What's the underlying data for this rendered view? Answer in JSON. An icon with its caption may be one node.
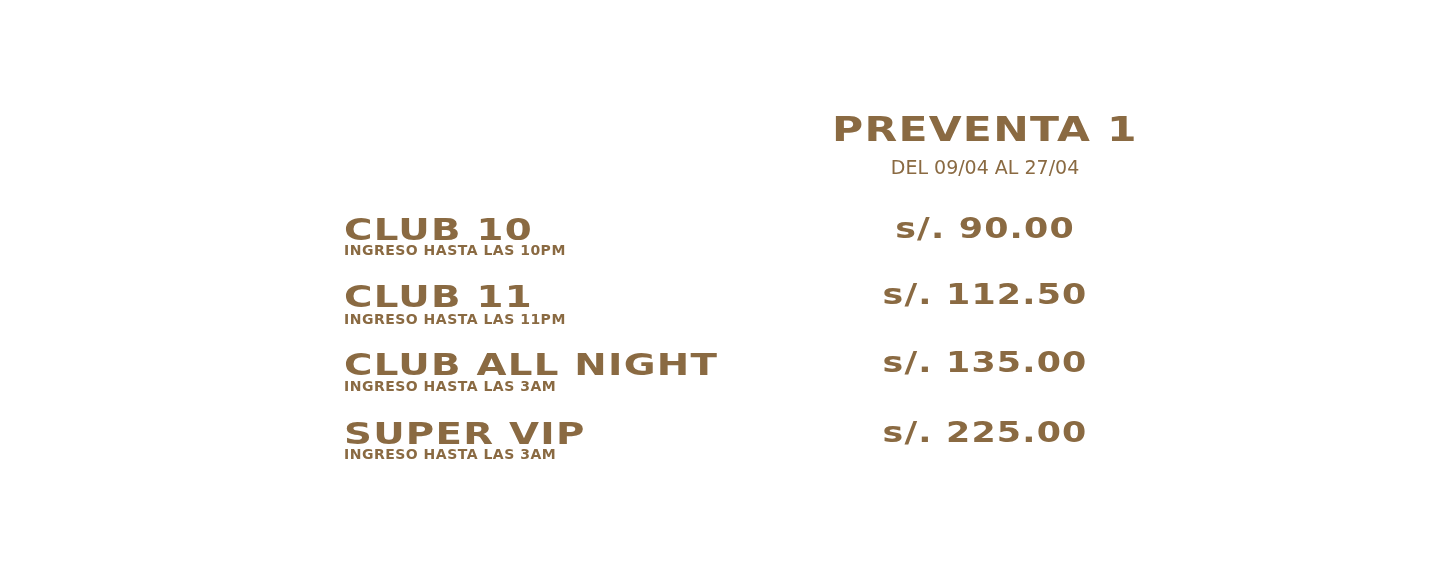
{
  "diagram": {
    "labels": [
      "PREVENTA 1",
      "DEL 09/04 AL 27/04",
      "CLUB 10",
      "INGRESO HASTA LAS 10PM",
      "s/. 90.00",
      "CLUB 11",
      "INGRESO HASTA LAS 11PM",
      "s/. 112.50",
      "CLUB ALL NIGHT",
      "INGRESO HASTA LAS 3AM",
      "s/. 135.00",
      "SUPER VIP",
      "INGRESO HASTA LAS 3AM",
      "s/. 225.00"
    ]
  }
}
